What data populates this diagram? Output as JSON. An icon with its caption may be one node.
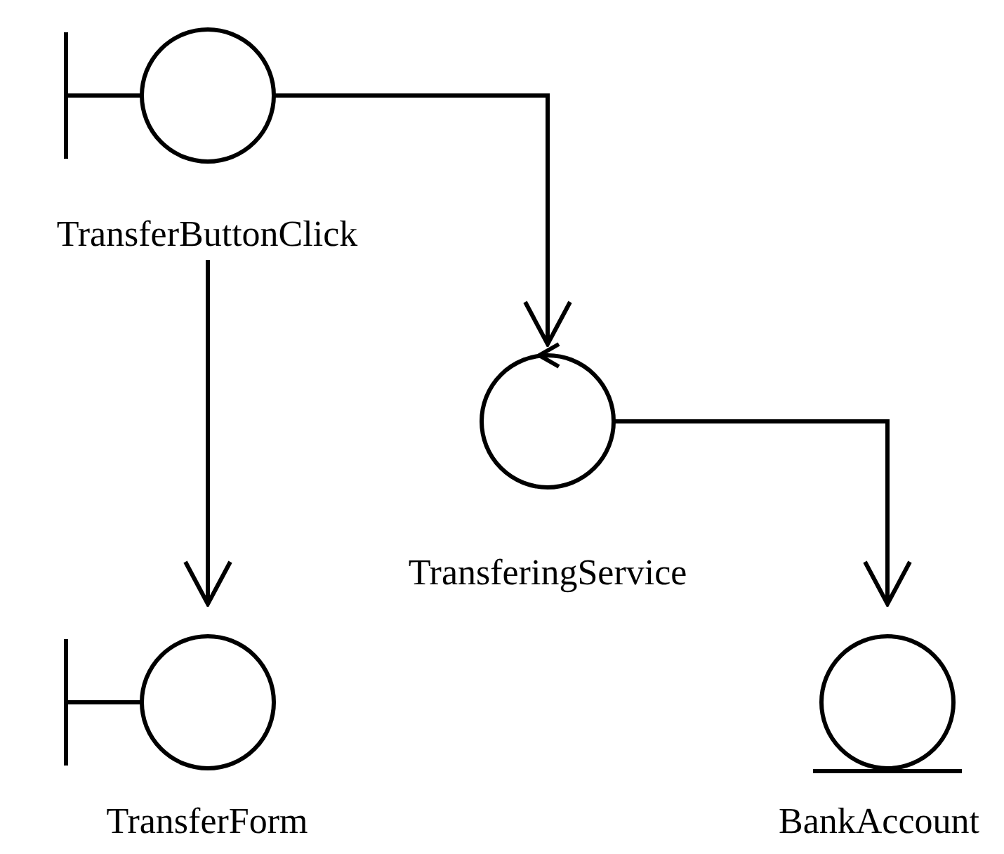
{
  "diagram": {
    "nodes": [
      {
        "text": [
          "TransferButtonClick"
        ]
      },
      {
        "text": [
          "TransferingService"
        ]
      },
      {
        "text": [
          "TransferForm"
        ]
      },
      {
        "text": [
          "BankAccount"
        ]
      }
    ],
    "edges": [
      {
        "from": 0,
        "to": 1,
        "arrow": "to"
      },
      {
        "from": 0,
        "to": 2,
        "arrow": "to"
      },
      {
        "from": 1,
        "to": 3,
        "arrow": "to"
      }
    ]
  }
}
